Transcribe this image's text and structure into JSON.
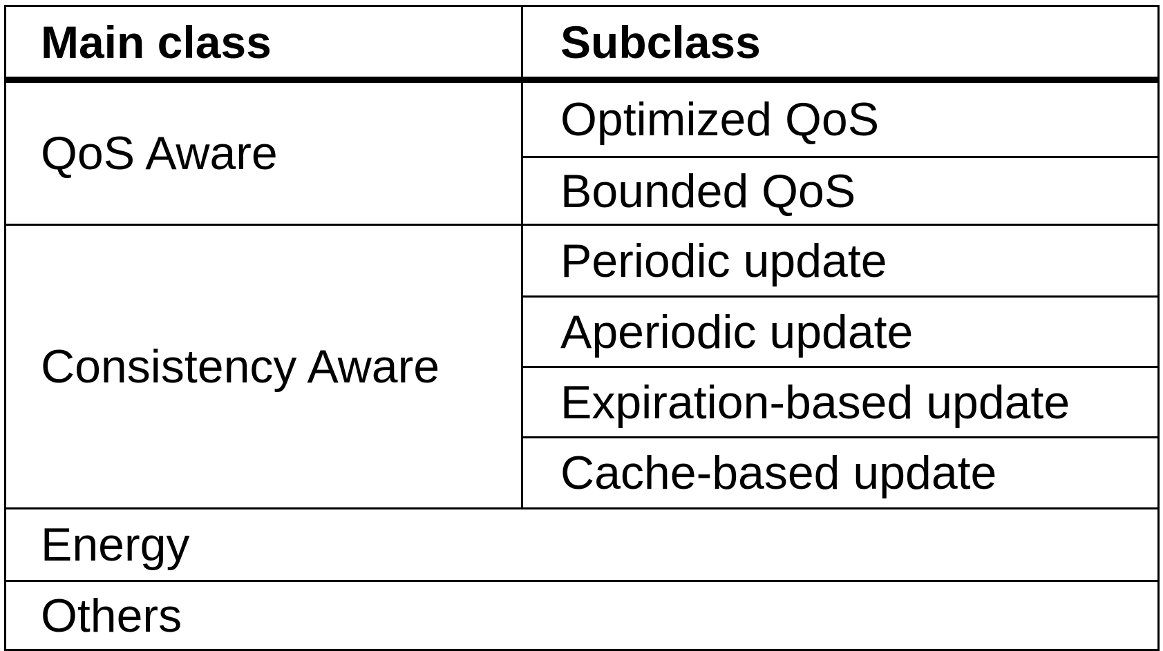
{
  "table": {
    "headers": {
      "main_class": "Main class",
      "subclass": "Subclass"
    },
    "rows": [
      {
        "main_class": "QoS Aware",
        "subclasses": [
          "Optimized QoS",
          "Bounded QoS"
        ]
      },
      {
        "main_class": "Consistency Aware",
        "subclasses": [
          "Periodic update",
          "Aperiodic update",
          "Expiration-based update",
          "Cache-based update"
        ]
      },
      {
        "main_class": "Energy",
        "subclasses": []
      },
      {
        "main_class": "Others",
        "subclasses": []
      }
    ]
  }
}
